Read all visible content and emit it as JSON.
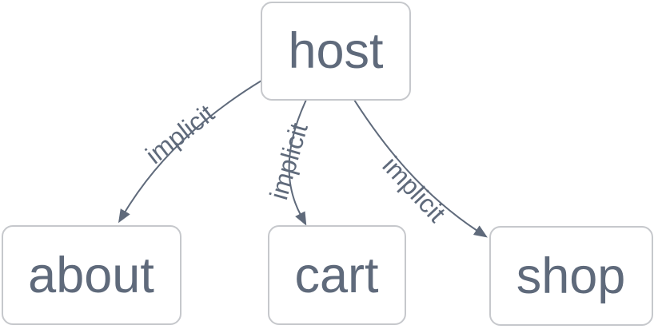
{
  "diagram": {
    "type": "dependency-graph",
    "background_color": "#ffffff",
    "node_fill_color": "#ffffff",
    "node_border_color": "#c6c8cc",
    "text_color": "#5f6a7b",
    "edge_color": "#5f6a7b",
    "nodes": [
      {
        "id": "host",
        "label": "host"
      },
      {
        "id": "about",
        "label": "about"
      },
      {
        "id": "cart",
        "label": "cart"
      },
      {
        "id": "shop",
        "label": "shop"
      }
    ],
    "edges": [
      {
        "from": "host",
        "to": "about",
        "label": "implicit"
      },
      {
        "from": "host",
        "to": "cart",
        "label": "implicit"
      },
      {
        "from": "host",
        "to": "shop",
        "label": "implicit"
      }
    ]
  }
}
